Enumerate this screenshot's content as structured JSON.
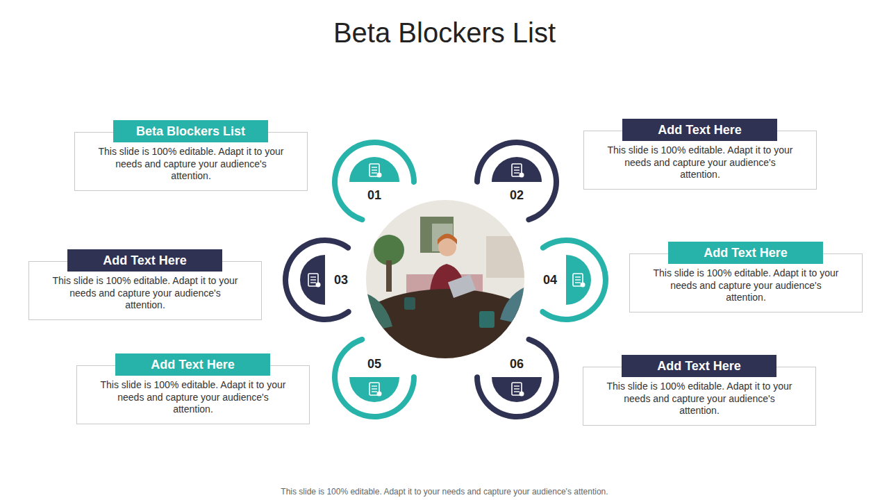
{
  "diagram": {
    "title": "Beta Blockers List",
    "caption": "This slide is 100% editable. Adapt it to your needs and capture your audience's attention.",
    "nodes": [
      {
        "text": [
          "Beta Blockers List",
          "This slide is 100% editable. Adapt it to your needs and capture your audience's attention."
        ]
      },
      {
        "text": [
          "01"
        ]
      },
      {
        "text": [
          "02"
        ]
      },
      {
        "text": [
          "Add Text Here",
          "This slide is 100% editable. Adapt it to your needs and capture your audience's attention."
        ]
      },
      {
        "text": [
          "Add Text Here",
          "This slide is 100% editable. Adapt it to your needs and capture your audience's attention."
        ]
      },
      {
        "text": [
          "03"
        ]
      },
      {
        "text": [
          "04"
        ]
      },
      {
        "text": [
          "Add Text Here",
          "This slide is 100% editable. Adapt it to your needs and capture your audience's attention."
        ]
      },
      {
        "text": [
          "Add Text Here",
          "This slide is 100% editable. Adapt it to your needs and capture your audience's attention."
        ]
      },
      {
        "text": [
          "05"
        ]
      },
      {
        "text": [
          "06"
        ]
      },
      {
        "text": [
          "Add Text Here",
          "This slide is 100% editable. Adapt it to your needs and capture your audience's attention."
        ]
      }
    ]
  }
}
